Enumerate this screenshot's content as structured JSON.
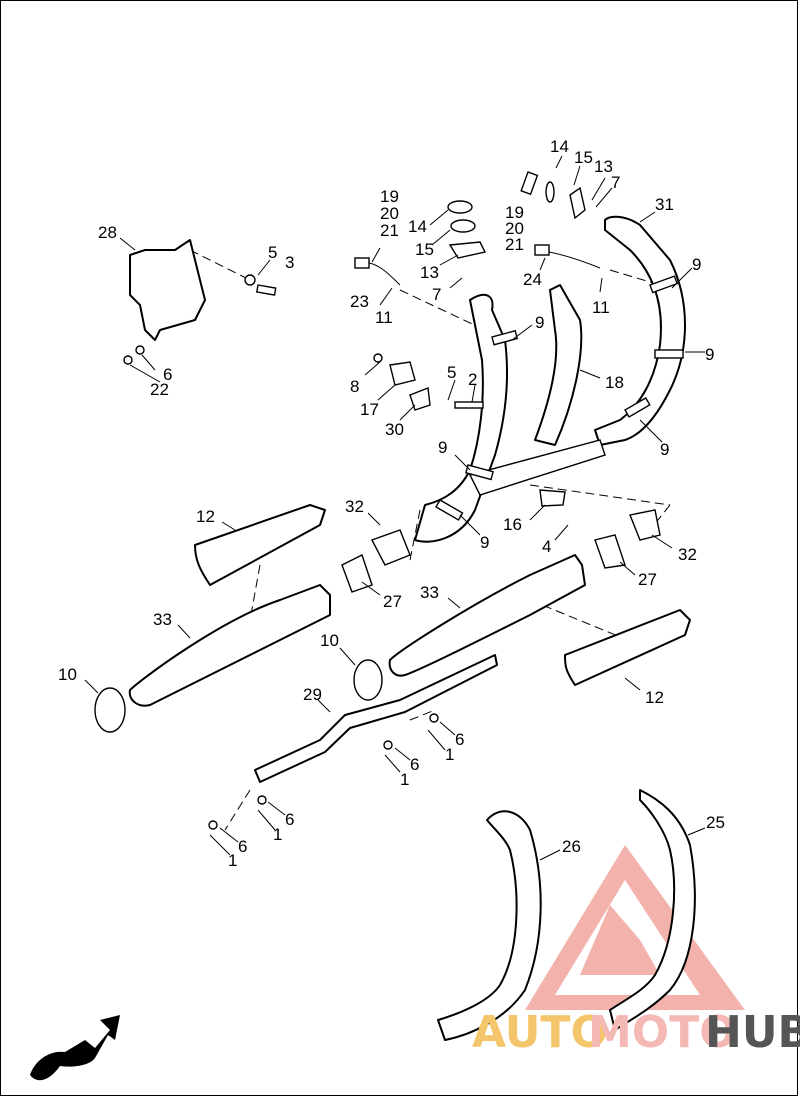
{
  "callouts": [
    {
      "id": "14a",
      "text": "14"
    },
    {
      "id": "15a",
      "text": "15"
    },
    {
      "id": "13a",
      "text": "13"
    },
    {
      "id": "7a",
      "text": "7"
    },
    {
      "id": "31",
      "text": "31"
    },
    {
      "id": "19a",
      "text": "19"
    },
    {
      "id": "20a",
      "text": "20"
    },
    {
      "id": "21a",
      "text": "21"
    },
    {
      "id": "14b",
      "text": "14"
    },
    {
      "id": "15b",
      "text": "15"
    },
    {
      "id": "13b",
      "text": "13"
    },
    {
      "id": "7b",
      "text": "7"
    },
    {
      "id": "19b",
      "text": "19"
    },
    {
      "id": "20b",
      "text": "20"
    },
    {
      "id": "21b",
      "text": "21"
    },
    {
      "id": "24",
      "text": "24"
    },
    {
      "id": "28",
      "text": "28"
    },
    {
      "id": "5a",
      "text": "5"
    },
    {
      "id": "3",
      "text": "3"
    },
    {
      "id": "6a",
      "text": "6"
    },
    {
      "id": "22",
      "text": "22"
    },
    {
      "id": "23",
      "text": "23"
    },
    {
      "id": "11a",
      "text": "11"
    },
    {
      "id": "11b",
      "text": "11"
    },
    {
      "id": "9a",
      "text": "9"
    },
    {
      "id": "9b",
      "text": "9"
    },
    {
      "id": "9c",
      "text": "9"
    },
    {
      "id": "9d",
      "text": "9"
    },
    {
      "id": "9e",
      "text": "9"
    },
    {
      "id": "9f",
      "text": "9"
    },
    {
      "id": "18",
      "text": "18"
    },
    {
      "id": "8",
      "text": "8"
    },
    {
      "id": "17",
      "text": "17"
    },
    {
      "id": "30",
      "text": "30"
    },
    {
      "id": "5b",
      "text": "5"
    },
    {
      "id": "2",
      "text": "2"
    },
    {
      "id": "12a",
      "text": "12"
    },
    {
      "id": "32a",
      "text": "32"
    },
    {
      "id": "16",
      "text": "16"
    },
    {
      "id": "4",
      "text": "4"
    },
    {
      "id": "32b",
      "text": "32"
    },
    {
      "id": "27a",
      "text": "27"
    },
    {
      "id": "27b",
      "text": "27"
    },
    {
      "id": "33a",
      "text": "33"
    },
    {
      "id": "33b",
      "text": "33"
    },
    {
      "id": "10a",
      "text": "10"
    },
    {
      "id": "10b",
      "text": "10"
    },
    {
      "id": "12b",
      "text": "12"
    },
    {
      "id": "29",
      "text": "29"
    },
    {
      "id": "6b",
      "text": "6"
    },
    {
      "id": "1a",
      "text": "1"
    },
    {
      "id": "6c",
      "text": "6"
    },
    {
      "id": "1b",
      "text": "1"
    },
    {
      "id": "6d",
      "text": "6"
    },
    {
      "id": "1c",
      "text": "1"
    },
    {
      "id": "6e",
      "text": "6"
    },
    {
      "id": "1d",
      "text": "1"
    },
    {
      "id": "26",
      "text": "26"
    },
    {
      "id": "25",
      "text": "25"
    }
  ],
  "watermark": {
    "part1": "AUTO",
    "part2": "MOTO",
    "part3": "HUB",
    "color_primary": "#f4b9b4",
    "color_secondary": "#555555"
  },
  "icons": {
    "orientation": "motorcycle-front-arrow-icon"
  }
}
